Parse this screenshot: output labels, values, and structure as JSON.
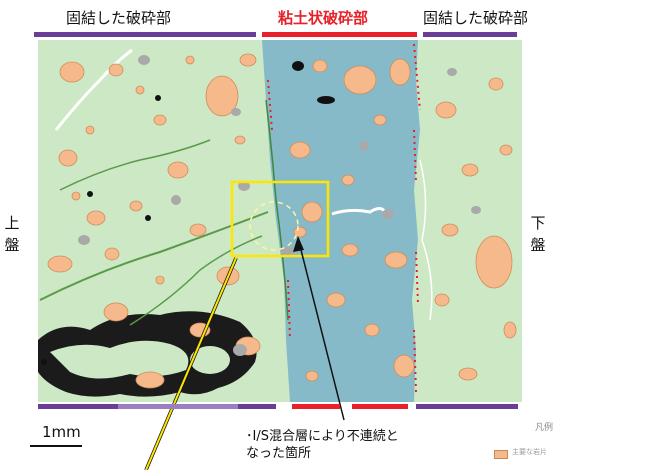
{
  "top_labels": {
    "left": "固結した破砕部",
    "center": "粘土状破砕部",
    "right": "固結した破砕部"
  },
  "sides": {
    "left": [
      "上",
      "盤"
    ],
    "right": [
      "下",
      "盤"
    ]
  },
  "scale_bar": "1mm",
  "annotation": {
    "line1": "･I/S混合層により不連続と",
    "line2": "なった箇所"
  },
  "legend": {
    "title": "凡例",
    "item": "主要な岩片"
  },
  "colors": {
    "consolidated": "#cde8c4",
    "clay": "#86bac8",
    "fragment": "#f6b98b",
    "purple_bar": "#6a3d96",
    "red_bar": "#e8202a",
    "highlight": "#ffe600"
  }
}
